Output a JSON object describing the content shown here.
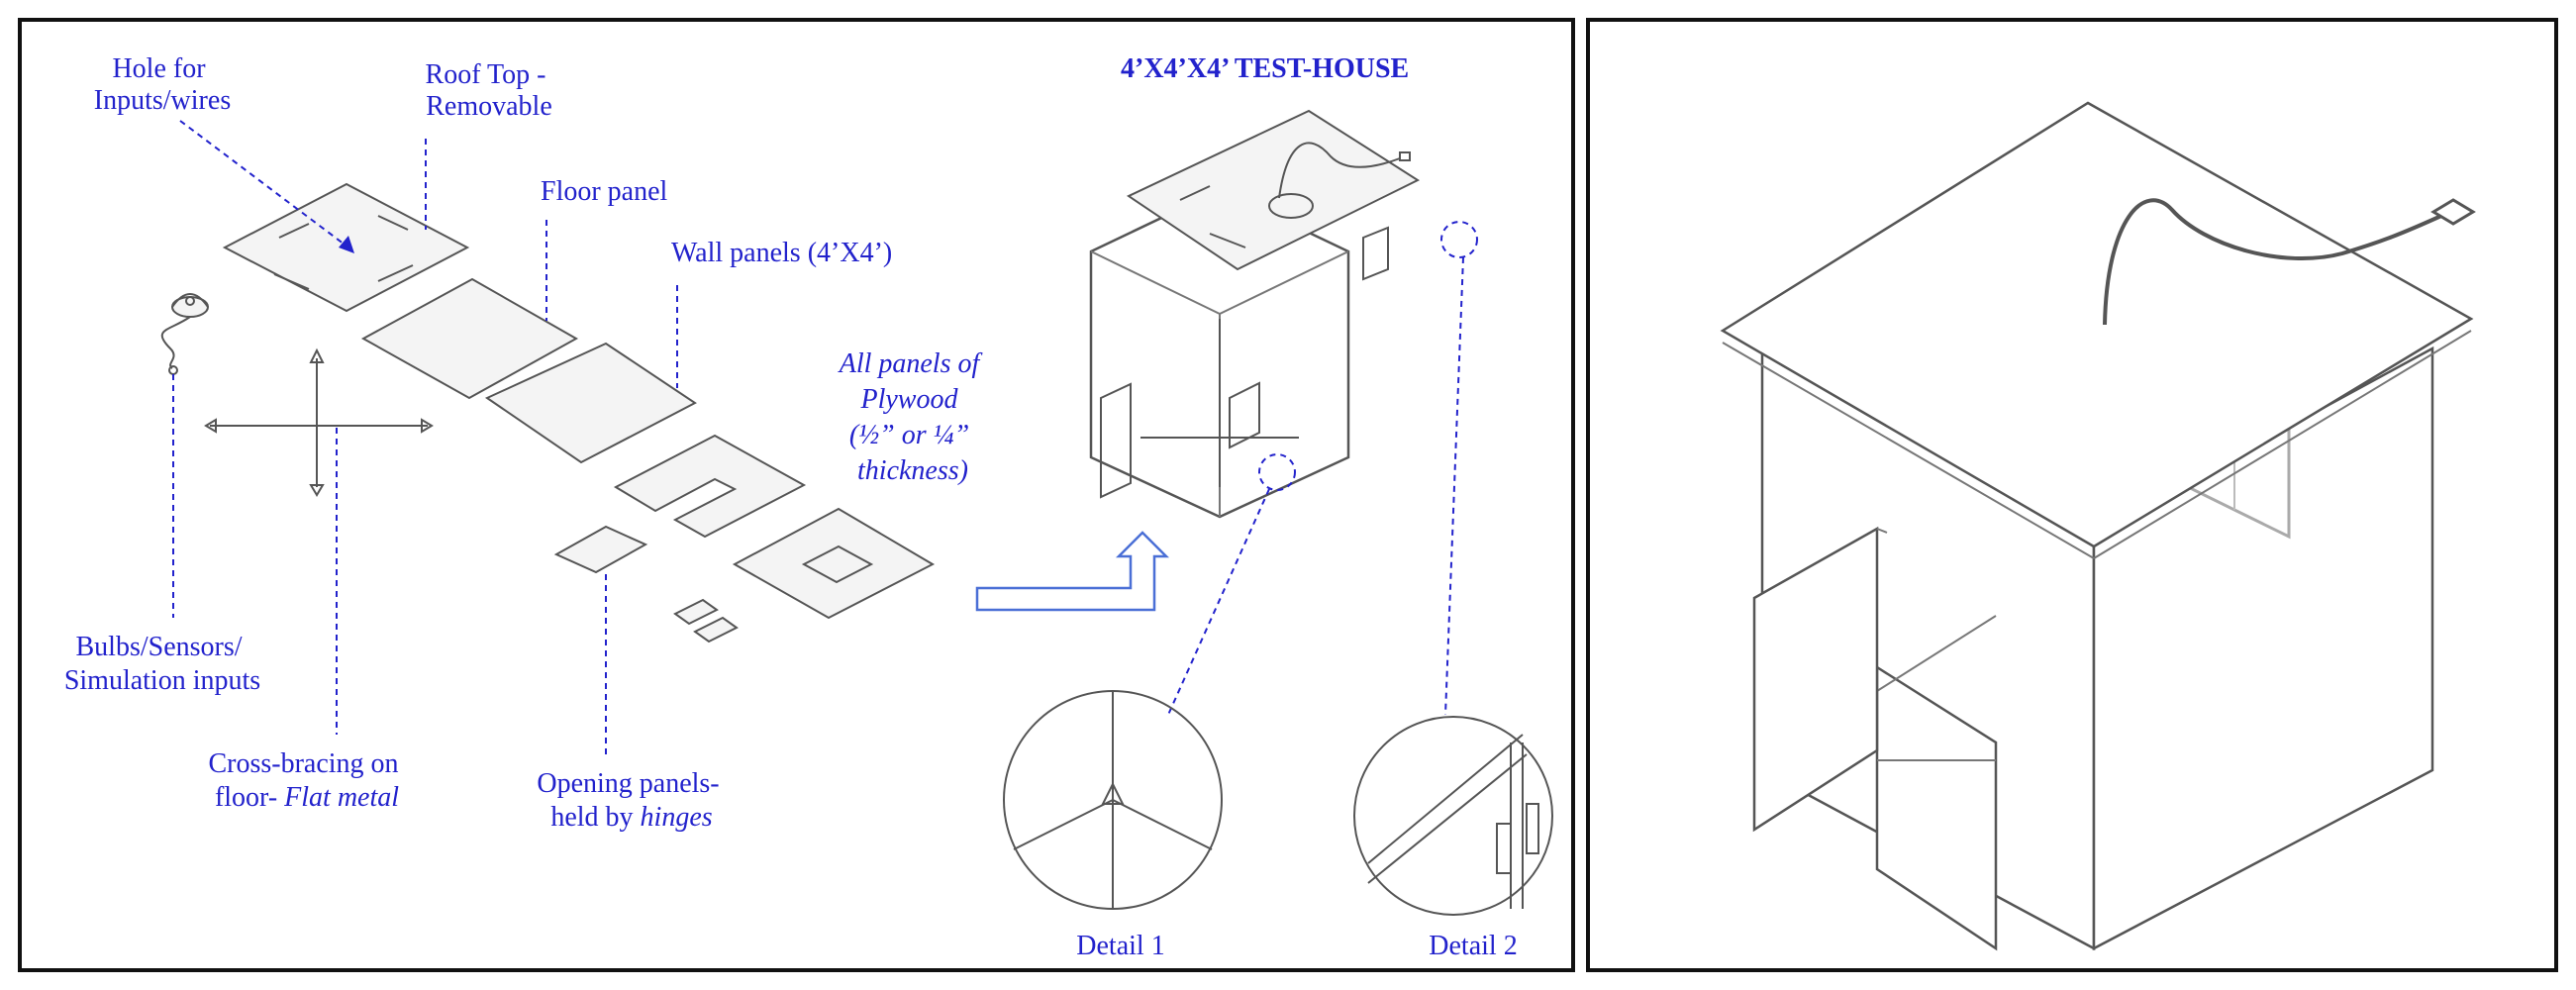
{
  "labels": {
    "hole": [
      "Hole for",
      "Inputs/wires"
    ],
    "roof": [
      "Roof Top -",
      "Removable"
    ],
    "floor": "Floor panel",
    "wall": "Wall panels (4’X4’)",
    "plywood": [
      "All panels of",
      "Plywood",
      "(½” or ¼”",
      "thickness)"
    ],
    "bulbs": [
      "Bulbs/Sensors/",
      "Simulation inputs"
    ],
    "cross": [
      "Cross-bracing on",
      "floor- "
    ],
    "cross_italic": "Flat metal",
    "opening": [
      "Opening panels-",
      "held by "
    ],
    "opening_italic": "hinges",
    "title": "4’X4’X4’ TEST-HOUSE",
    "detail1": "Detail 1",
    "detail2": "Detail 2"
  },
  "colors": {
    "label": "#2222cc",
    "line": "#555555",
    "frame": "#111111"
  }
}
